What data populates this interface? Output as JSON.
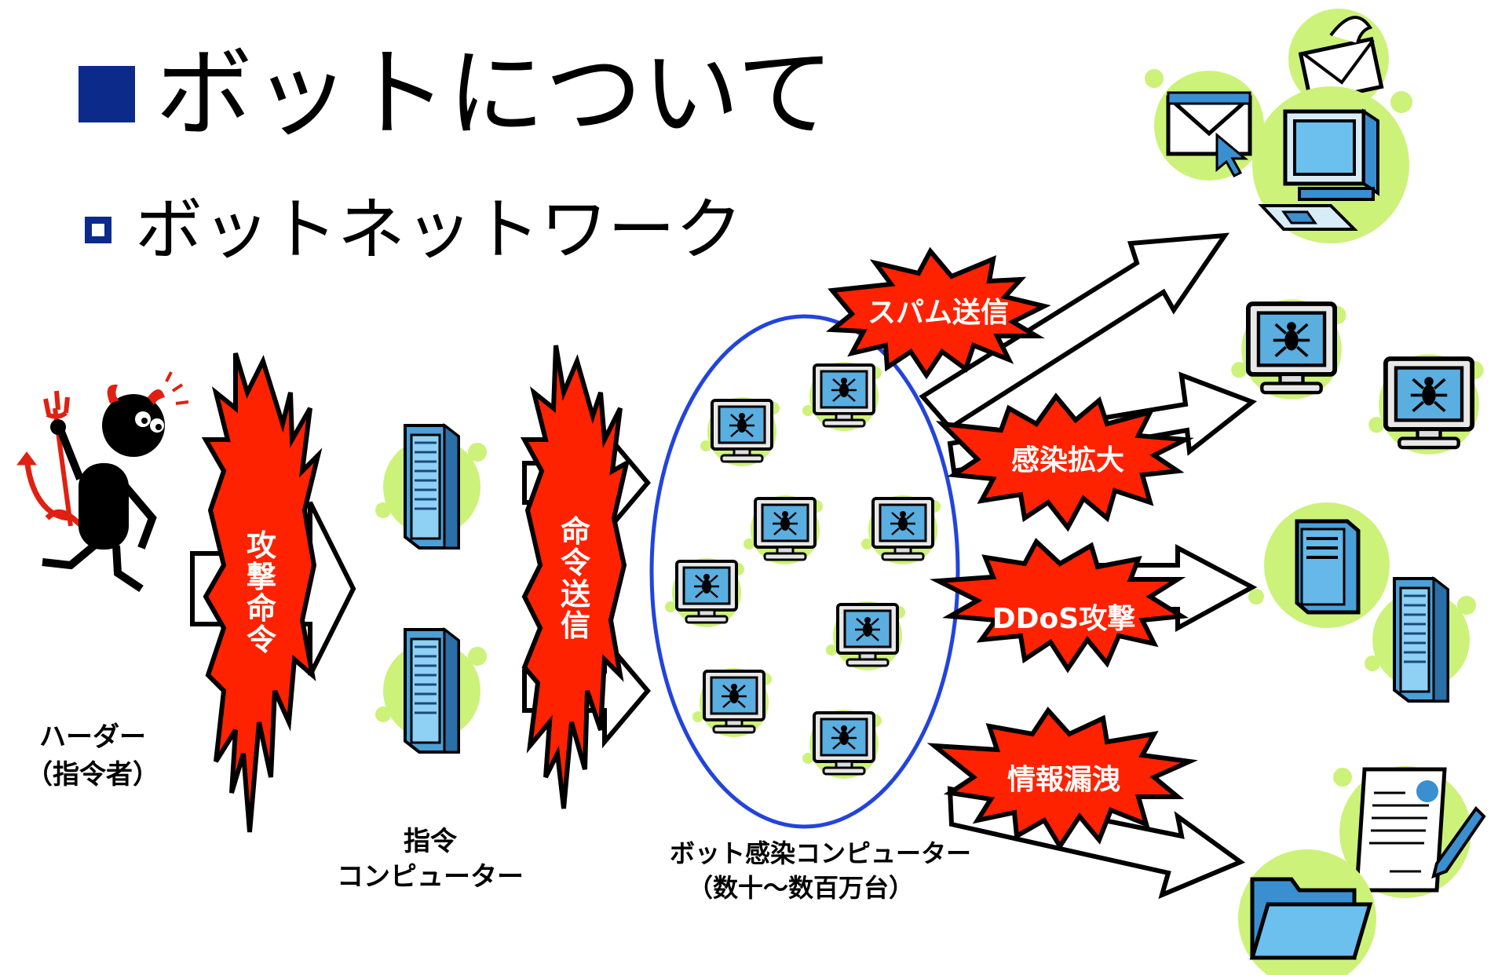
{
  "title": "ボットについて",
  "subtitle": "ボットネットワーク",
  "herder_label": [
    "ハーダー",
    "（指令者）"
  ],
  "command_computer_label": [
    "指令",
    "コンピューター"
  ],
  "infected_label": [
    "ボット感染コンピューター",
    "（数十～数百万台）"
  ],
  "burst_labels": {
    "attack_command": [
      "攻",
      "撃",
      "命",
      "令"
    ],
    "command_send": [
      "命",
      "令",
      "送",
      "信"
    ],
    "spam": "スパム送信",
    "spread": "感染拡大",
    "ddos": "DDoS攻撃",
    "leak": "情報漏洩"
  },
  "colors": {
    "accent_blue": "#0b2a8a",
    "burst_red": "#ff2200",
    "halo_green": "#ccf27a",
    "screen_blue": "#66b8e8",
    "ellipse_blue": "#2244dd"
  },
  "icons": [
    "devil-icon",
    "server-icon",
    "infected-monitor-icon",
    "email-icon",
    "computer-icon",
    "folder-icon",
    "document-icon"
  ]
}
